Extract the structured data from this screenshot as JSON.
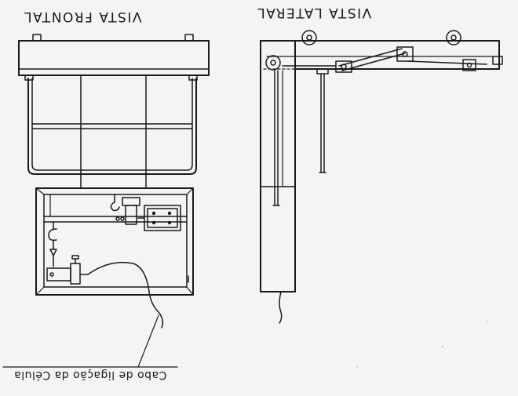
{
  "labels": {
    "front_view": "VISTA FRONTAL",
    "side_view": "VISTA LATERAL",
    "cable_note": "Cabo de ligação da Célula"
  },
  "colors": {
    "paper": "#f4f4f2",
    "ink": "#1a1a1a"
  }
}
